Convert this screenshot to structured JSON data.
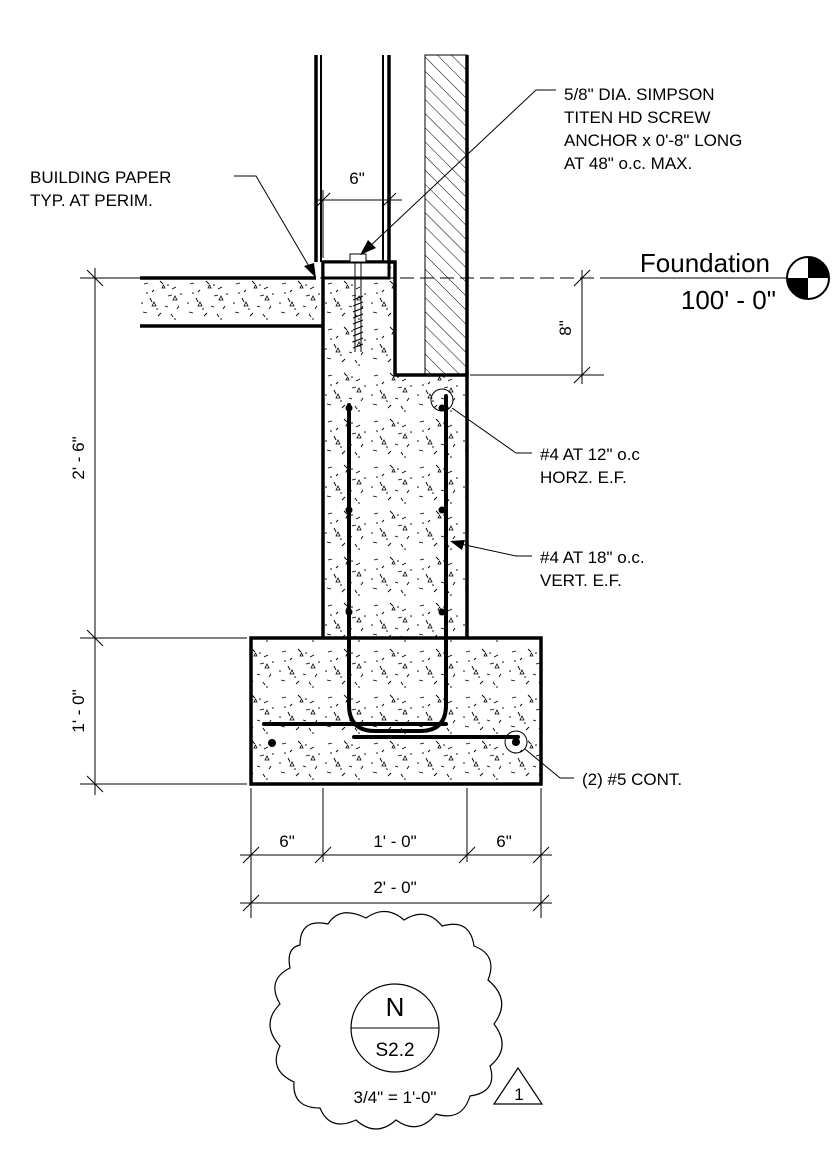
{
  "notes": {
    "anchor": [
      "5/8\" DIA. SIMPSON",
      "TITEN HD SCREW",
      "ANCHOR x 0'-8\" LONG",
      "AT 48\" o.c. MAX."
    ],
    "building_paper": [
      "BUILDING PAPER",
      "TYP. AT PERIM."
    ],
    "horz_rebar": [
      "#4 AT 12\" o.c",
      "HORZ. E.F."
    ],
    "vert_rebar": [
      "#4 AT 18\" o.c.",
      "VERT. E.F."
    ],
    "footing_rebar": "(2) #5 CONT."
  },
  "level": {
    "name": "Foundation",
    "elevation": "100' - 0\""
  },
  "dimensions": {
    "sill_width": "6\"",
    "step_depth": "8\"",
    "wall_height": "2' - 6\"",
    "footing_height": "1' - 0\"",
    "footing_left_projection": "6\"",
    "wall_thickness": "1' - 0\"",
    "footing_right_projection": "6\"",
    "footing_width": "2' - 0\""
  },
  "callout": {
    "detail_id": "N",
    "sheet": "S2.2",
    "scale": "3/4\" = 1'-0\"",
    "revision": "1"
  }
}
